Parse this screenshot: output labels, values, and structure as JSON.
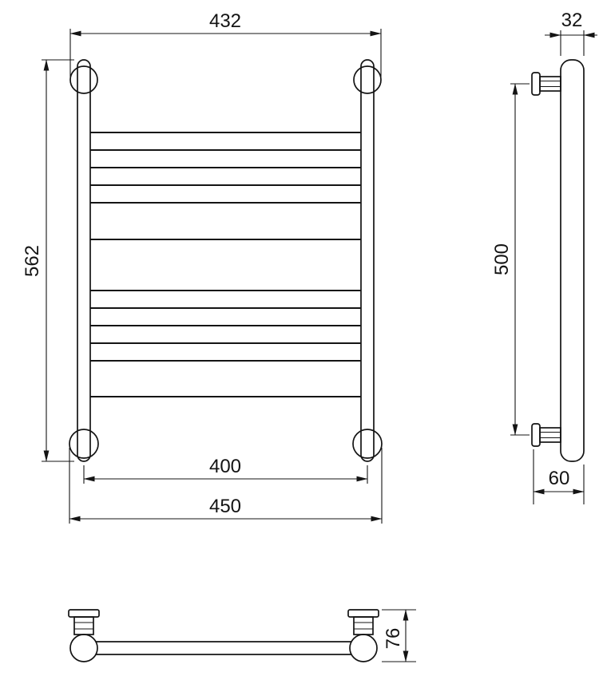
{
  "colors": {
    "background": "#ffffff",
    "line": "#141414"
  },
  "front_view": {
    "top_width": "432",
    "height": "562",
    "inner_width": "400",
    "overall_width": "450"
  },
  "side_view": {
    "tube_width": "32",
    "mount_spacing": "500",
    "wall_offset": "60"
  },
  "bottom_view": {
    "overall_depth": "76"
  }
}
